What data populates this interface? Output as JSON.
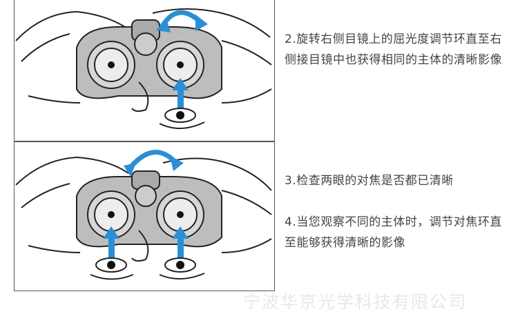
{
  "instructions": {
    "step2": "2.旋转右侧目镜上的屈光度调节环直至右侧接目镜中也获得相同的主体的清晰影像",
    "step3": "3.检查两眼的对焦是否都已清晰",
    "step4": "4.当您观察不同的主体时，调节对焦环直至能够获得清晰的影像"
  },
  "watermark": "宁波华京光学科技有限公司",
  "colors": {
    "arrow": "#2a8fd6",
    "border": "#555555",
    "binocular": "#b9b9b9"
  },
  "icons": [
    "rotate-arrow-icon",
    "up-arrow-icon",
    "eye-icon",
    "hand-icon",
    "binocular-icon"
  ]
}
